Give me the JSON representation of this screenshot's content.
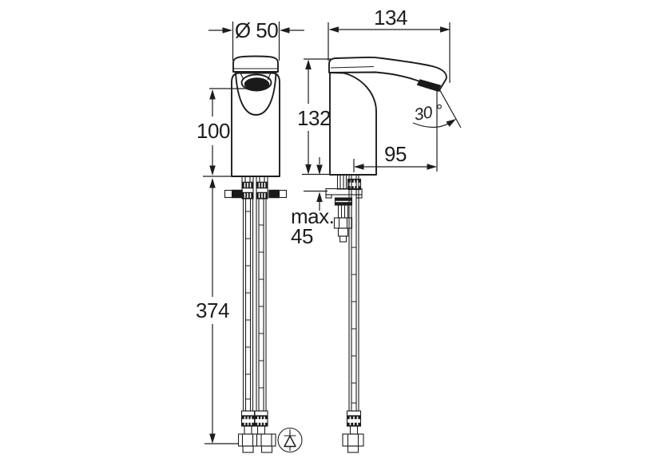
{
  "canvas": {
    "background": "#ffffff",
    "line_color": "#1d1d1b",
    "dark_fill": "#1a1a1a"
  },
  "drawing": {
    "dimensions": {
      "cap_diameter": {
        "label": "Ø 50"
      },
      "overall_depth": {
        "label": "134"
      },
      "outlet_height": {
        "label": "100"
      },
      "body_height": {
        "label": "132"
      },
      "spout_angle": {
        "label": "30 °"
      },
      "spout_projection": {
        "label": "95"
      },
      "deck_max_prefix": {
        "label": "max."
      },
      "deck_max_value": {
        "label": "45"
      },
      "hose_length": {
        "label": "374"
      }
    },
    "symbols": {
      "check_valve": {
        "icon": "check-valve-icon"
      }
    }
  }
}
